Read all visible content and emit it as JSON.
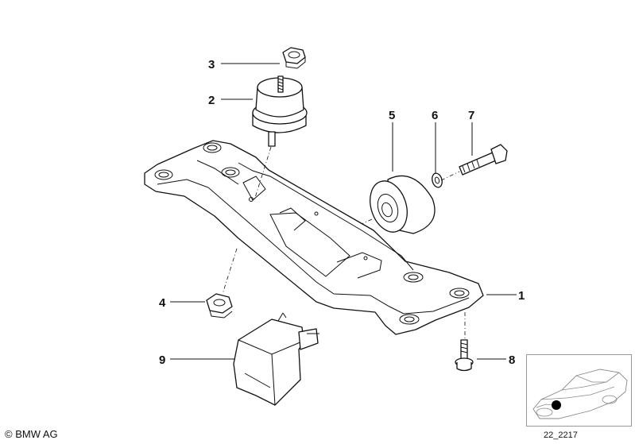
{
  "diagram": {
    "callouts": [
      {
        "id": "3",
        "label": "3"
      },
      {
        "id": "2",
        "label": "2"
      },
      {
        "id": "5",
        "label": "5"
      },
      {
        "id": "6",
        "label": "6"
      },
      {
        "id": "7",
        "label": "7"
      },
      {
        "id": "1",
        "label": "1"
      },
      {
        "id": "4",
        "label": "4"
      },
      {
        "id": "8",
        "label": "8"
      },
      {
        "id": "9",
        "label": "9"
      }
    ],
    "copyright": "© BMW AG",
    "reference": "22_2217"
  }
}
